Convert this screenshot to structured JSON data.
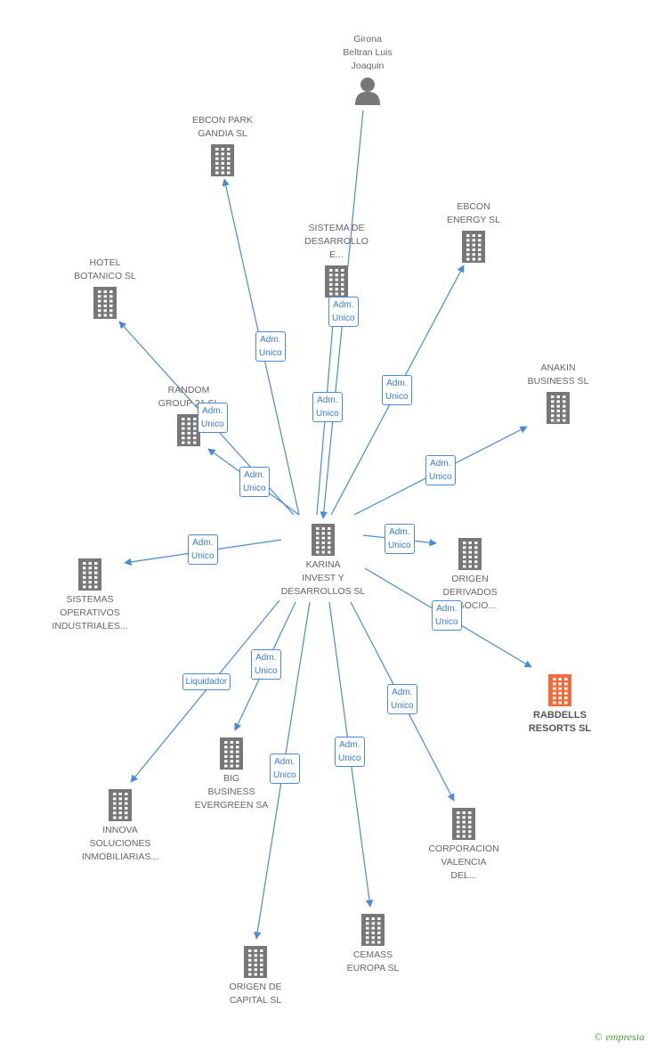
{
  "colors": {
    "edge": "#4a8ad6",
    "node_icon": "#777777",
    "highlight": "#f26b3a",
    "label_text": "#666666"
  },
  "nodes": [
    {
      "id": "girona",
      "label": "Girona\nBeltran Luis\nJoaquin",
      "icon": "person-icon",
      "label_pos": "above"
    },
    {
      "id": "ebcon_gandia",
      "label": "EBCON PARK\nGANDIA SL",
      "icon": "building-icon",
      "label_pos": "above"
    },
    {
      "id": "sistema_des",
      "label": "SISTEMA DE\nDESARROLLO\nE...",
      "icon": "building-icon",
      "label_pos": "above"
    },
    {
      "id": "ebcon_energy",
      "label": "EBCON\nENERGY SL",
      "icon": "building-icon",
      "label_pos": "above"
    },
    {
      "id": "hotel",
      "label": "HOTEL\nBOTANICO SL",
      "icon": "building-icon",
      "label_pos": "above"
    },
    {
      "id": "anakin",
      "label": "ANAKIN\nBUSINESS SL",
      "icon": "building-icon",
      "label_pos": "above"
    },
    {
      "id": "random",
      "label": "RANDOM\nGROUP 21 SL",
      "icon": "building-icon",
      "label_pos": "above"
    },
    {
      "id": "karina",
      "label": "KARINA\nINVEST Y\nDESARROLLOS SL",
      "icon": "building-icon",
      "label_pos": "below"
    },
    {
      "id": "sistemas_op",
      "label": "SISTEMAS\nOPERATIVOS\nINDUSTRIALES...",
      "icon": "building-icon",
      "label_pos": "below"
    },
    {
      "id": "origen_der",
      "label": "ORIGEN\nDERIVADOS\nNEGOCIO...",
      "icon": "building-icon",
      "label_pos": "below"
    },
    {
      "id": "rabdells",
      "label": "RABDELLS\nRESORTS SL",
      "icon": "building-icon",
      "label_pos": "below",
      "highlight": true
    },
    {
      "id": "big",
      "label": "BIG\nBUSINESS\nEVERGREEN SA",
      "icon": "building-icon",
      "label_pos": "below"
    },
    {
      "id": "innova",
      "label": "INNOVA\nSOLUCIONES\nINMOBILIARIAS...",
      "icon": "building-icon",
      "label_pos": "below"
    },
    {
      "id": "corporacion",
      "label": "CORPORACION\nVALENCIA\nDEL...",
      "icon": "building-icon",
      "label_pos": "below"
    },
    {
      "id": "cemass",
      "label": "CEMASS\nEUROPA SL",
      "icon": "building-icon",
      "label_pos": "below"
    },
    {
      "id": "origen_cap",
      "label": "ORIGEN DE\nCAPITAL SL",
      "icon": "building-icon",
      "label_pos": "below"
    }
  ],
  "edges": [
    {
      "from": "girona",
      "to": "karina",
      "label": "Adm.\nUnico"
    },
    {
      "from": "karina",
      "to": "ebcon_gandia",
      "label": "Adm.\nUnico"
    },
    {
      "from": "karina",
      "to": "sistema_des",
      "label": "Adm.\nUnico"
    },
    {
      "from": "karina",
      "to": "ebcon_energy",
      "label": "Adm.\nUnico"
    },
    {
      "from": "karina",
      "to": "hotel",
      "label": "Adm.\nUnico"
    },
    {
      "from": "karina",
      "to": "anakin",
      "label": "Adm.\nUnico"
    },
    {
      "from": "karina",
      "to": "random",
      "label": "Adm.\nUnico"
    },
    {
      "from": "karina",
      "to": "sistemas_op",
      "label": "Adm.\nUnico"
    },
    {
      "from": "karina",
      "to": "origen_der",
      "label": "Adm.\nUnico"
    },
    {
      "from": "karina",
      "to": "rabdells",
      "label": "Adm.\nUnico"
    },
    {
      "from": "karina",
      "to": "big",
      "label": "Adm.\nUnico"
    },
    {
      "from": "karina",
      "to": "innova",
      "label": "Liquidador"
    },
    {
      "from": "karina",
      "to": "corporacion",
      "label": "Adm.\nUnico"
    },
    {
      "from": "karina",
      "to": "cemass",
      "label": "Adm.\nUnico"
    },
    {
      "from": "karina",
      "to": "origen_cap",
      "label": "Adm.\nUnico"
    }
  ],
  "brand": {
    "copyright_symbol": "©",
    "name": "empresia"
  }
}
